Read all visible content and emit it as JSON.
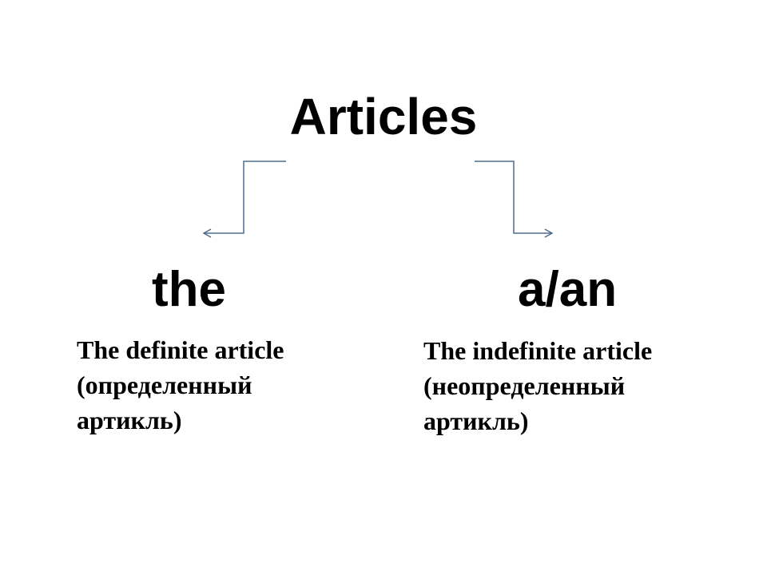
{
  "title": "Articles",
  "colors": {
    "connector": "#4f6d8f",
    "text": "#000000",
    "background": "#ffffff"
  },
  "branches": [
    {
      "word": "the",
      "description_lines": [
        "The definite article",
        "(определенный",
        "артикль)"
      ]
    },
    {
      "word": "a/an",
      "description_lines": [
        "The indefinite article",
        "(неопределенный",
        "артикль)"
      ]
    }
  ]
}
